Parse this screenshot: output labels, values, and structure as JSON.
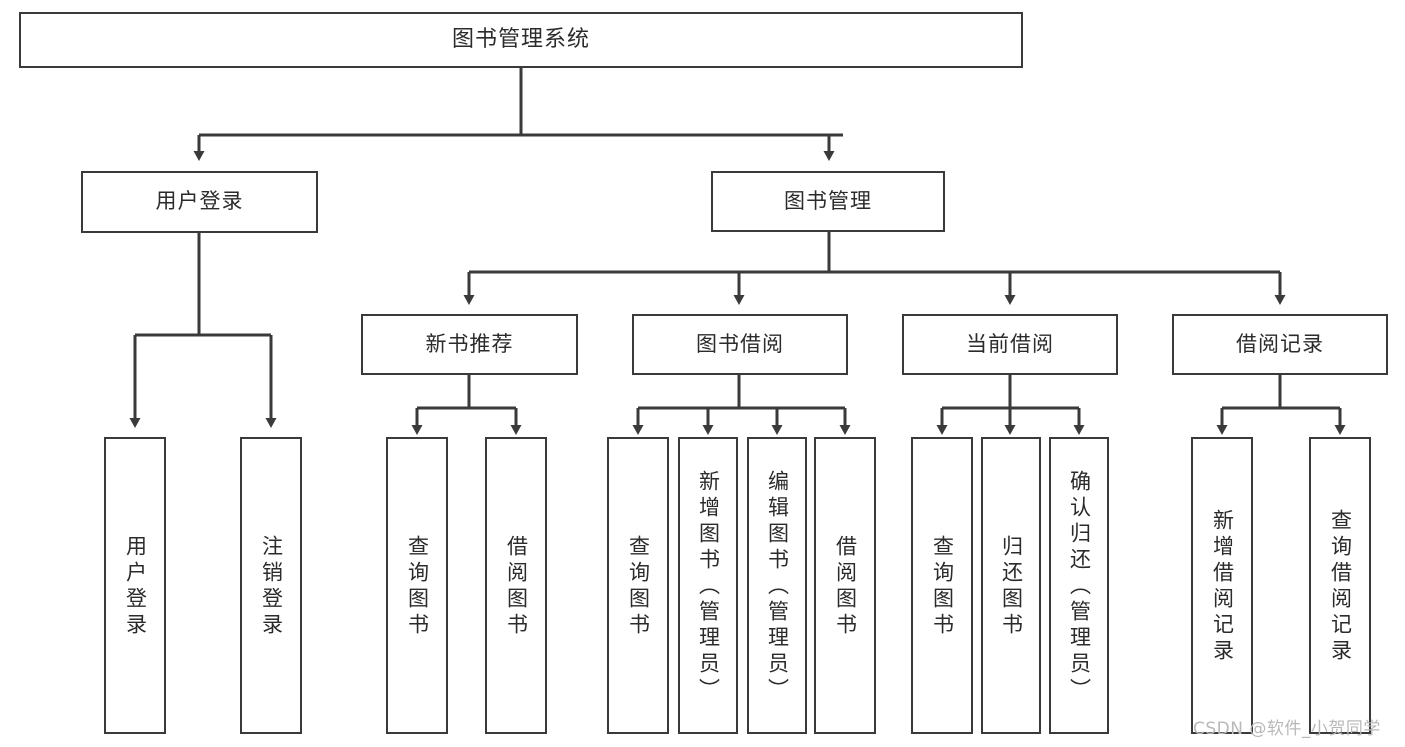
{
  "diagram": {
    "title": "图书管理系统",
    "watermark": "CSDN @软件_小贺同学",
    "colors": {
      "stroke": "#3a3a3a",
      "text": "#2b2b2b",
      "background": "#ffffff",
      "watermark": "#b9b9b9"
    },
    "root": {
      "label": "图书管理系统"
    },
    "level2": [
      {
        "label": "用户登录"
      },
      {
        "label": "图书管理"
      }
    ],
    "level3": [
      {
        "label": "新书推荐"
      },
      {
        "label": "图书借阅"
      },
      {
        "label": "当前借阅"
      },
      {
        "label": "借阅记录"
      }
    ],
    "leaves": {
      "user_login": [
        {
          "label": "用户登录"
        },
        {
          "label": "注销登录"
        }
      ],
      "new_book_recommend": [
        {
          "label": "查询图书"
        },
        {
          "label": "借阅图书"
        }
      ],
      "book_borrow": [
        {
          "label": "查询图书"
        },
        {
          "label": "新增图书（管理员）"
        },
        {
          "label": "编辑图书（管理员）"
        },
        {
          "label": "借阅图书"
        }
      ],
      "current_borrow": [
        {
          "label": "查询图书"
        },
        {
          "label": "归还图书"
        },
        {
          "label": "确认归还（管理员）"
        }
      ],
      "borrow_record": [
        {
          "label": "新增借阅记录"
        },
        {
          "label": "查询借阅记录"
        }
      ]
    }
  }
}
